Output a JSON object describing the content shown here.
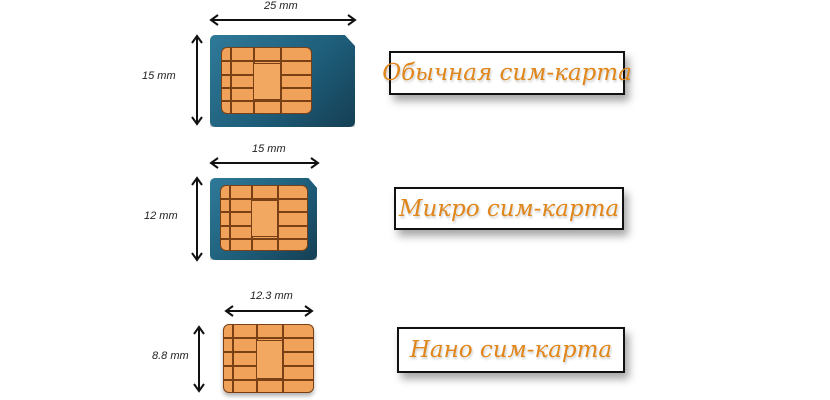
{
  "cards": [
    {
      "name": "regular",
      "width_label": "25 mm",
      "height_label": "15 mm",
      "title": "Обычная сим-карта"
    },
    {
      "name": "micro",
      "width_label": "15 mm",
      "height_label": "12 mm",
      "title": "Микро сим-карта"
    },
    {
      "name": "nano",
      "width_label": "12.3 mm",
      "height_label": "8.8 mm",
      "title": "Нано сим-карта"
    }
  ],
  "colors": {
    "card_blue": "#1e5e7a",
    "chip_orange": "#f0a25a",
    "chip_lines": "#7a4015",
    "title_orange": "#e0861a"
  }
}
